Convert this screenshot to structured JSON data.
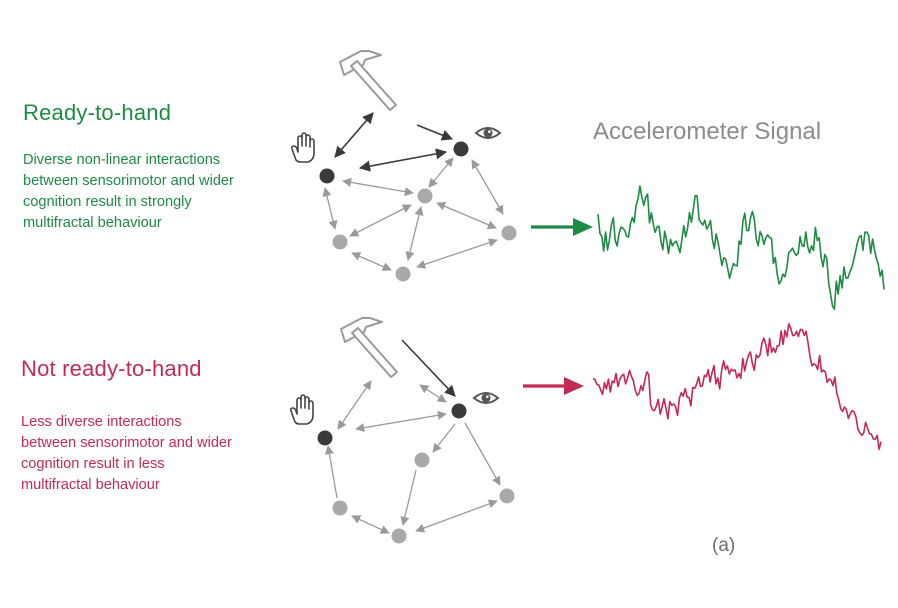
{
  "signal_title": "Accelerometer Signal",
  "panel_label": "(a)",
  "colors": {
    "ready": "#1f8a44",
    "not_ready": "#c42a56",
    "node_dark": "#3a3a3a",
    "node_light": "#a9a9a9",
    "edge_dark": "#3a3a3a",
    "edge_light": "#9a9a9a"
  },
  "icons": [
    "hammer-icon",
    "hand-icon",
    "eye-icon"
  ],
  "panels": [
    {
      "id": "ready",
      "title": "Ready-to-hand",
      "description": [
        "Diverse non-linear interactions",
        "between sensorimotor and wider",
        "cognition result in strongly",
        "multifractal behaviour"
      ]
    },
    {
      "id": "not_ready",
      "title": "Not ready-to-hand",
      "description": [
        "Less diverse interactions",
        "between sensorimotor and wider",
        "cognition result in less",
        "multifractal behaviour"
      ]
    }
  ]
}
